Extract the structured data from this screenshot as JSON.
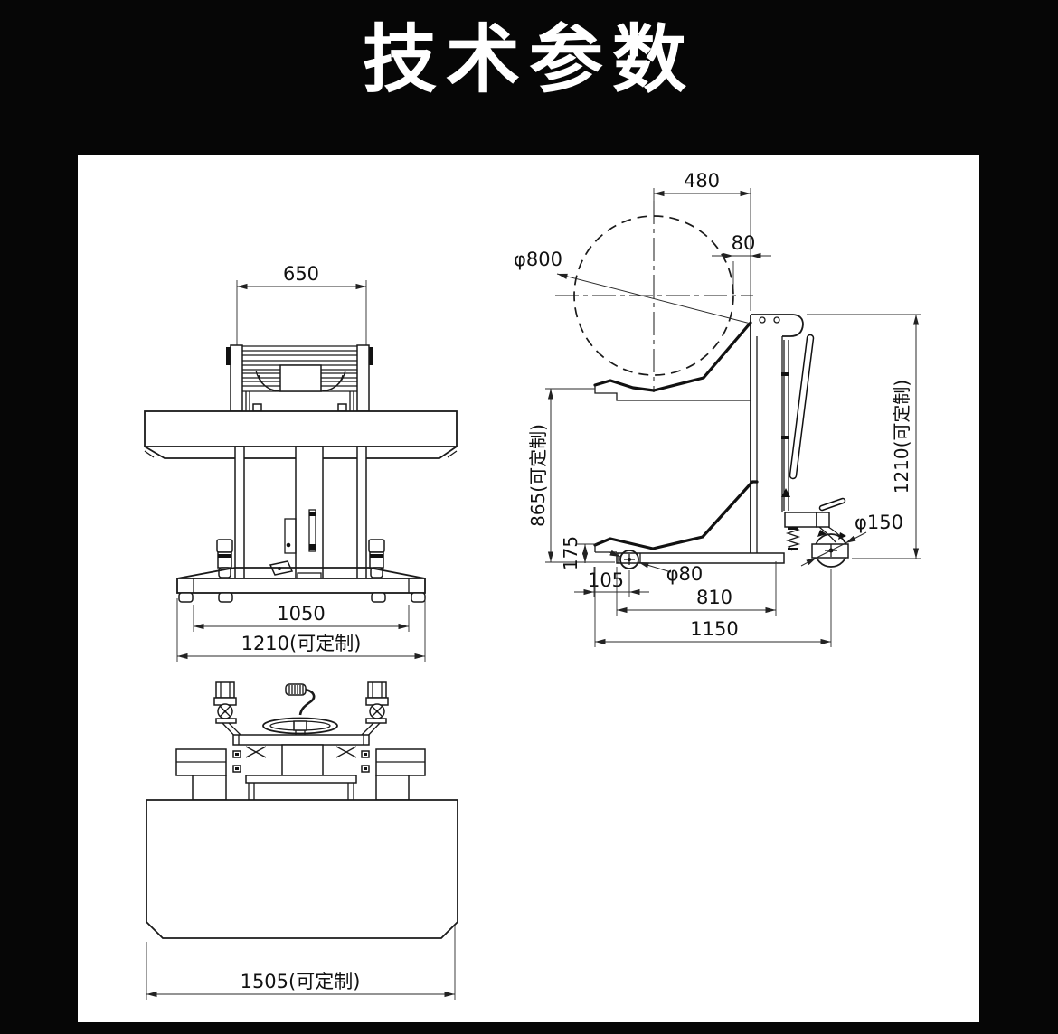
{
  "title": "技术参数",
  "colors": {
    "background": "#060606",
    "panel": "#ffffff",
    "line": "#1a1a1a"
  },
  "front_view": {
    "dim_top_width": "650",
    "dim_base_inner": "1050",
    "dim_base_overall": "1210(可定制)"
  },
  "side_view": {
    "dim_roll_offset": "480",
    "dim_edge_gap": "80",
    "dim_roll_diameter": "φ800",
    "dim_platform_height": "865(可定制)",
    "dim_fork_height": "175",
    "dim_front_overhang": "105",
    "dim_leg_length": "810",
    "dim_overall_length": "1150",
    "dim_overall_height": "1210(可定制)",
    "dim_front_wheel": "φ80",
    "dim_rear_wheel": "φ150"
  },
  "top_view": {
    "dim_overall_width": "1505(可定制)"
  }
}
